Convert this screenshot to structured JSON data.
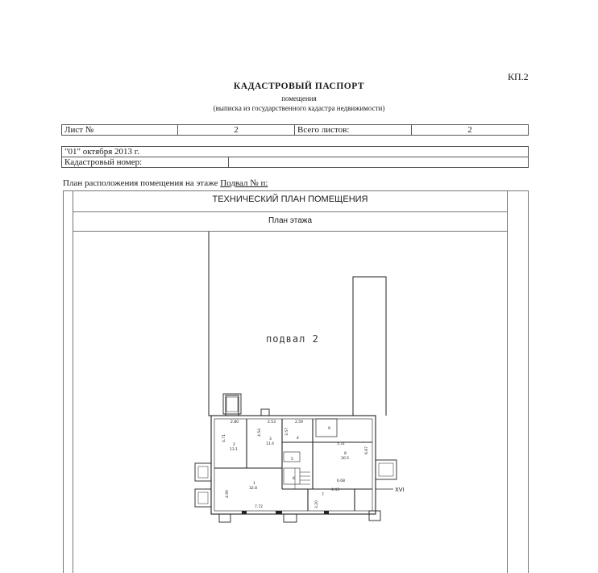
{
  "header": {
    "code": "КП.2",
    "title": "КАДАСТРОВЫЙ ПАСПОРТ",
    "subtitle": "помещения",
    "subtitle2": "(выписка из государственного кадастра недвижимости)"
  },
  "sheet": {
    "sheet_label": "Лист №",
    "sheet_number": "2",
    "total_label": "Всего листов:",
    "total_value": "2"
  },
  "info": {
    "date": "\"01\" октября 2013 г.",
    "cadastral_label": "Кадастровый номер:",
    "cadastral_value": ""
  },
  "floor": {
    "label": "План расположения помещения на этаже",
    "value": "Подвал № п:"
  },
  "plan": {
    "technical_title": "ТЕХНИЧЕСКИЙ ПЛАН ПОМЕЩЕНИЯ",
    "floor_plan_title": "План этажа",
    "area_label": "подвал 2",
    "axis_label": "XVI",
    "dimensions": {
      "d1": "2.80",
      "d2": "2.53",
      "d3": "2.59",
      "d4": "4.71",
      "d5": "4.54",
      "d6": "3.57",
      "d7": "5.31",
      "d8": "6.67",
      "d9": "6.08",
      "d10": "4.43",
      "d11": "4.90",
      "d12": "7.72",
      "d13": "3.20"
    },
    "rooms": {
      "r2": "2",
      "r2_area": "13.1",
      "r3": "3",
      "r3_area": "11.4",
      "r4": "4",
      "r5": "5",
      "r6": "6",
      "r7": "7",
      "r8": "8",
      "r8_area": "30.5",
      "r9": "9",
      "r1": "1",
      "r1_area": "32.8"
    }
  }
}
